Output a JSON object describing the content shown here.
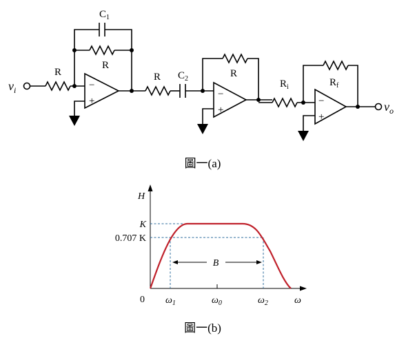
{
  "circuit": {
    "input_label": "v",
    "input_sub": "i",
    "output_label": "v",
    "output_sub": "o",
    "r_in": "R",
    "c1": "C",
    "c1_sub": "1",
    "r_fb1": "R",
    "r_mid": "R",
    "c2": "C",
    "c2_sub": "2",
    "r_fb2": "R",
    "ri": "R",
    "ri_sub": "i",
    "rf": "R",
    "rf_sub": "f",
    "opamp_minus": "−",
    "opamp_plus": "+",
    "caption": "圖一(a)"
  },
  "graph": {
    "y_axis_label": "H",
    "k_label": "K",
    "k707_label": "0.707 K",
    "bandwidth_label": "B",
    "origin_label": "0",
    "w1_label": "ω",
    "w1_sub": "1",
    "w0_label": "ω",
    "w0_sub": "0",
    "w2_label": "ω",
    "w2_sub": "2",
    "x_axis_label": "ω",
    "caption": "圖一(b)"
  },
  "colors": {
    "curve": "#c0212b",
    "guides": "#2e6d9e",
    "ink": "#000000"
  }
}
